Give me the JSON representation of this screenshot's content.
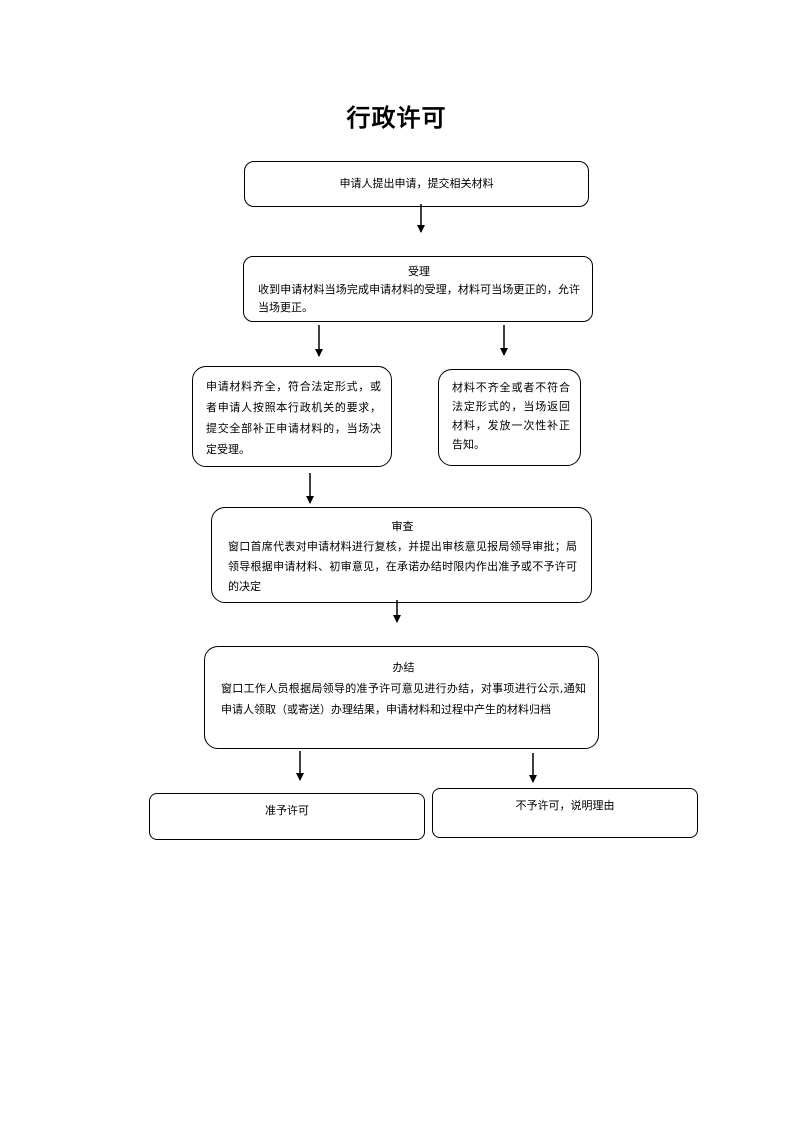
{
  "title": "行政许可",
  "steps": {
    "apply": {
      "text": "申请人提出申请，提交相关材料"
    },
    "accept": {
      "heading": "受理",
      "body": "收到申请材料当场完成申请材料的受理，材料可当场更正的，允许当场更正。"
    },
    "complete": {
      "body": "申请材料齐全，符合法定形式，或者申请人按照本行政机关的要求，提交全部补正申请材料的，当场决定受理。"
    },
    "incomplete": {
      "body": "材料不齐全或者不符合法定形式的，当场返回材料，发放一次性补正告知。"
    },
    "review": {
      "heading": "审查",
      "body": "窗口首席代表对申请材料进行复核，并提出审核意见报局领导审批；局领导根据申请材料、初审意见，在承诺办结时限内作出准予或不予许可的决定"
    },
    "conclude": {
      "heading": "办结",
      "body": "窗口工作人员根据局领导的准予许可意见进行办结，对事项进行公示,通知申请人领取（或寄送）办理结果，申请材料和过程中产生的材料归档"
    },
    "grant": {
      "text": "准予许可"
    },
    "deny": {
      "text": "不予许可，说明理由"
    }
  }
}
